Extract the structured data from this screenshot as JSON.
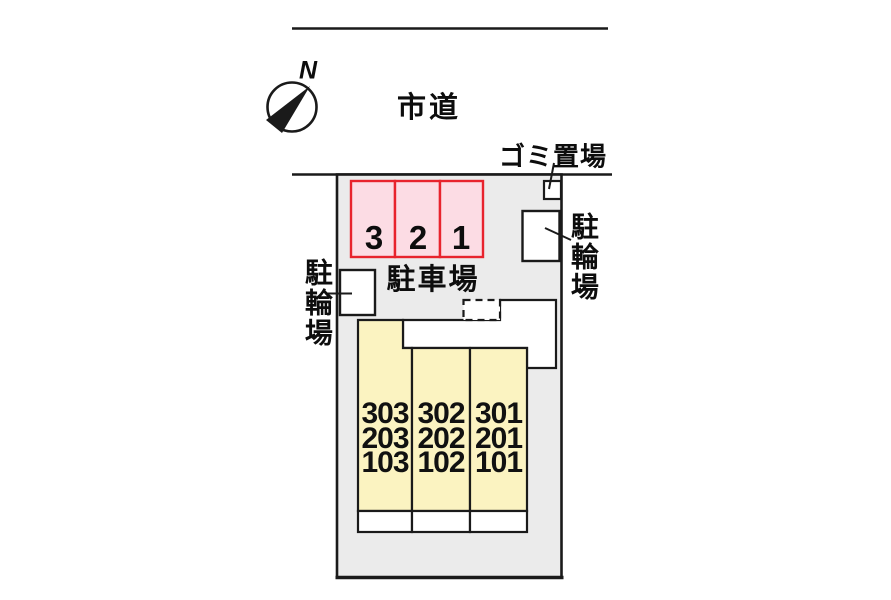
{
  "compass": {
    "label": "N"
  },
  "road": {
    "label": "市道"
  },
  "garbage": {
    "label": "ゴミ置場"
  },
  "parking": {
    "label": "駐車場",
    "spaces": [
      "3",
      "2",
      "1"
    ]
  },
  "bicycle_left": {
    "label": "駐輪場"
  },
  "bicycle_right": {
    "label": "駐輪場"
  },
  "building": {
    "columns": [
      {
        "rooms": [
          "303",
          "203",
          "103"
        ]
      },
      {
        "rooms": [
          "302",
          "202",
          "102"
        ]
      },
      {
        "rooms": [
          "301",
          "201",
          "101"
        ]
      }
    ]
  },
  "colors": {
    "plot_fill": "#ebebeb",
    "building_fill": "#fbf3c1",
    "parking_fill": "#fcdce4",
    "parking_border": "#e8232d",
    "outline": "#1a1a1a",
    "white": "#ffffff"
  }
}
